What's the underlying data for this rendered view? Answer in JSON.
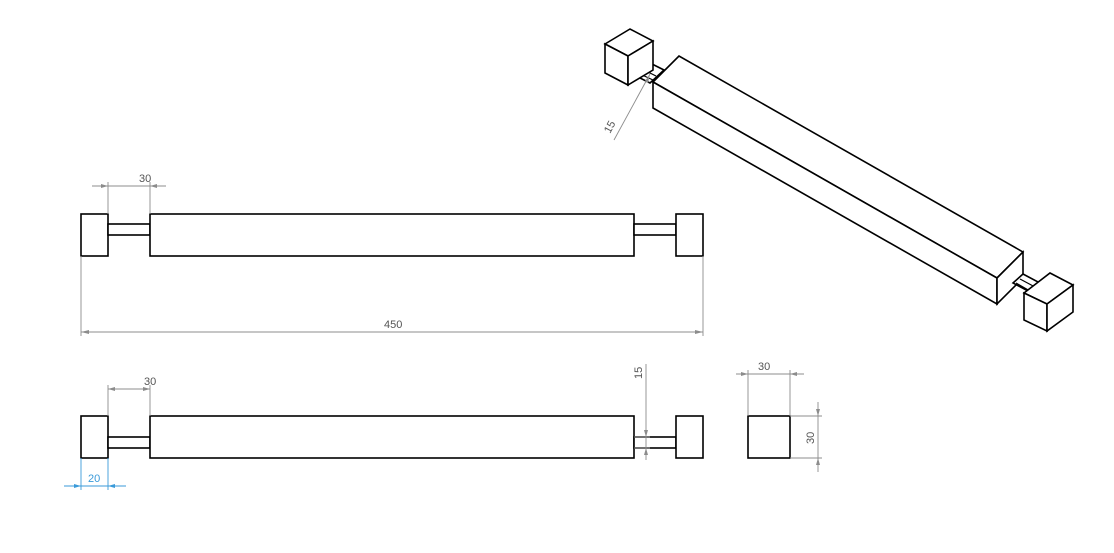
{
  "colors": {
    "outline": "#000000",
    "dimension": "#8c8c8c",
    "dimension_selected": "#3a9ad9",
    "background": "#ffffff"
  },
  "dimensions": {
    "front_cap_width": "30",
    "overall_length": "450",
    "top_cap_offset": "30",
    "top_rod_height": "15",
    "top_end_width": "20",
    "side_width": "30",
    "side_height": "30",
    "iso_rod_diameter": "15"
  }
}
